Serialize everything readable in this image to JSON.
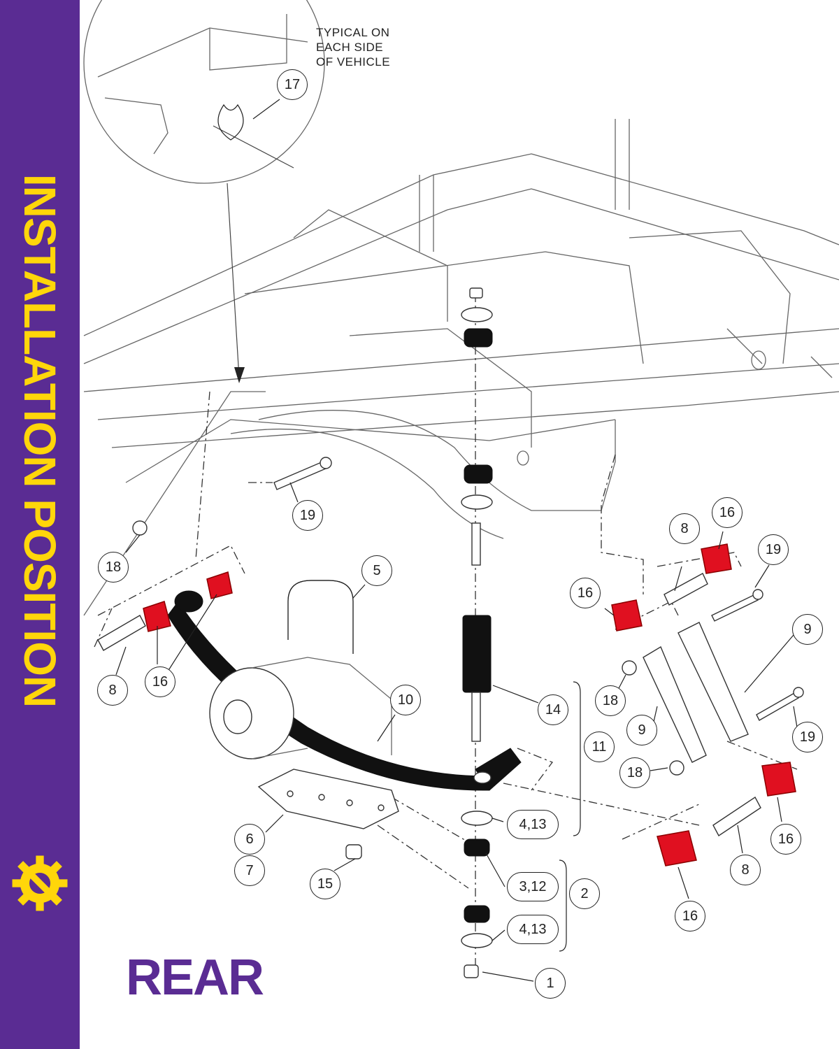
{
  "sidebar": {
    "title": "INSTALLATION POSITION",
    "icon": "gear-wrench-icon",
    "background_color": "#5a2c93",
    "text_color": "#ffd60a"
  },
  "heading": {
    "label": "REAR",
    "color": "#5a2c93"
  },
  "note": {
    "lines": [
      "TYPICAL ON",
      "EACH SIDE",
      "OF VEHICLE"
    ]
  },
  "callouts": [
    "17",
    "19",
    "18",
    "5",
    "10",
    "16",
    "8",
    "16",
    "8",
    "14",
    "11",
    "4,13",
    "3,12",
    "2",
    "4,13",
    "1",
    "15",
    "6",
    "7",
    "8",
    "16",
    "19",
    "9",
    "16",
    "18",
    "9",
    "18",
    "19",
    "16",
    "8"
  ],
  "highlight_color": "#e01020"
}
